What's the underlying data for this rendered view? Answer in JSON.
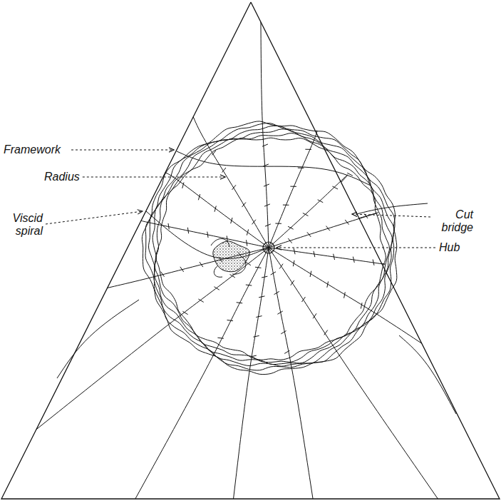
{
  "diagram": {
    "labels": [
      "Framework",
      "Radius",
      "Viscid spiral",
      "Cut bridge",
      "Hub"
    ]
  }
}
